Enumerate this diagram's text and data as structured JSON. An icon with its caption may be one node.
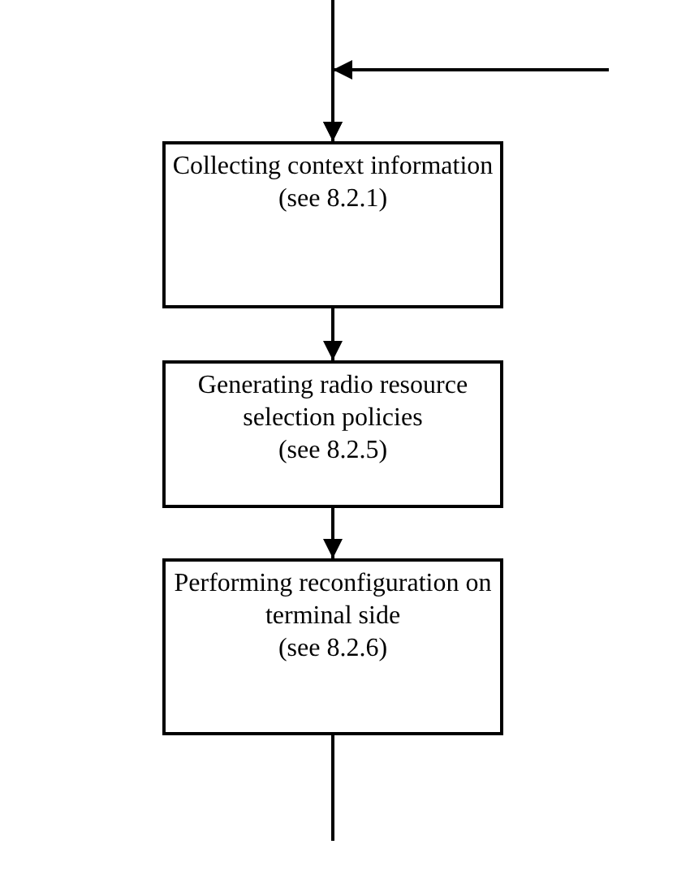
{
  "diagram": {
    "nodes": [
      {
        "text": [
          "Collecting context information",
          "(see 8.2.1)"
        ]
      },
      {
        "text": [
          "Generating radio resource selection policies",
          "(see 8.2.5)"
        ]
      },
      {
        "text": [
          "Performing reconfiguration on terminal side",
          "(see 8.2.6)"
        ]
      }
    ],
    "edges": [
      {
        "from": null,
        "to": 0,
        "arrow": "to"
      },
      {
        "from": null,
        "to": 0,
        "arrow": "to"
      },
      {
        "from": 0,
        "to": 1,
        "arrow": "to"
      },
      {
        "from": 1,
        "to": 2,
        "arrow": "to"
      },
      {
        "from": 2,
        "to": null,
        "arrow": "none"
      }
    ]
  }
}
